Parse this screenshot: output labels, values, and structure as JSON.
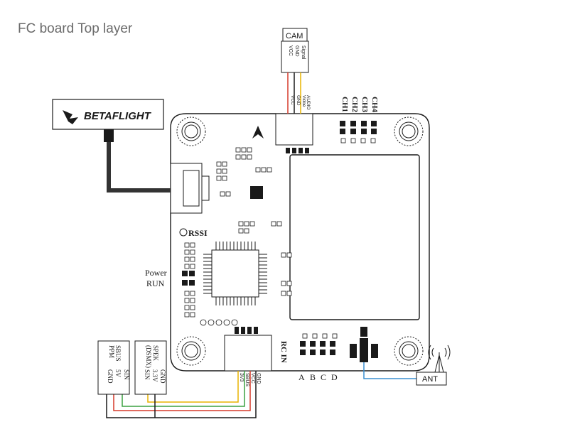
{
  "title": "FC board Top layer",
  "camera": {
    "label": "CAM",
    "pins": [
      "Signal",
      "GND",
      "VCC"
    ],
    "wires": [
      "AUDIO",
      "Vidoe",
      "GND",
      "VCC"
    ]
  },
  "betaflight": {
    "label": "BETAFLIGHT"
  },
  "channels_top": [
    "CH1",
    "CH2",
    "CH3",
    "CH4"
  ],
  "rssi": "RSSI",
  "power": "Power",
  "run": "RUN",
  "rc_in": "RC IN",
  "bottom_channels": [
    "A",
    "B",
    "C",
    "D"
  ],
  "rc_pins": [
    "3V3",
    "SBUS",
    "VCC",
    "GND"
  ],
  "sbus_box": [
    "SBUS",
    "PPM",
    "SIN",
    "5V",
    "GND"
  ],
  "spek_box": [
    "SPEK",
    "(DSMX)",
    "GND",
    "3.3V",
    "SIN"
  ],
  "antenna": "ANT",
  "colors": {
    "outline": "#1a1a1a",
    "blue": "#3a8fd0",
    "red": "#d63a2a",
    "yellow": "#e8b400",
    "green": "#3aa040",
    "gray": "#888888"
  }
}
